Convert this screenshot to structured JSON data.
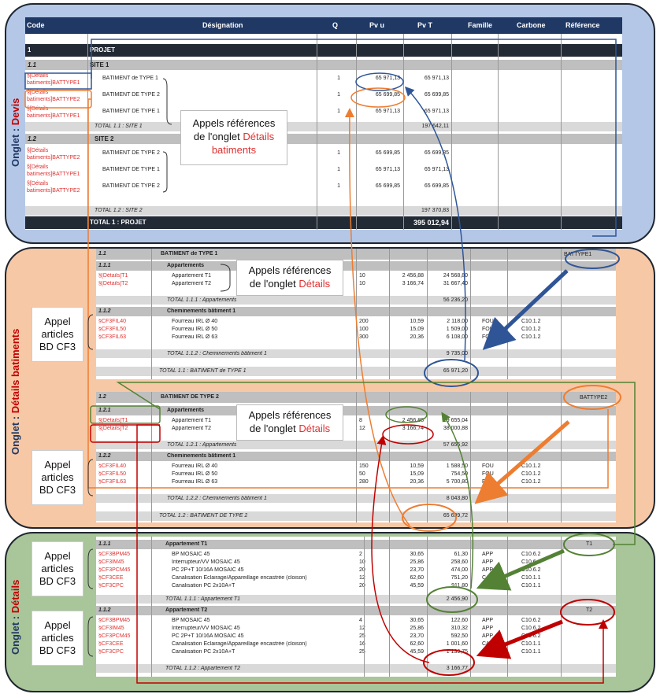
{
  "tabs": {
    "devis_prefix": "Onglet : ",
    "devis_name": "Devis",
    "dbat_prefix": "Onglet : ",
    "dbat_name": "Détails batiments",
    "det_prefix": "Onglet : ",
    "det_name": "Détails"
  },
  "devis": {
    "headers": [
      "Code",
      "Désignation",
      "Q",
      "Pv u",
      "Pv T",
      "Famille",
      "Carbone",
      "Référence"
    ],
    "projet_code": "1",
    "projet_label": "PROJET",
    "site1_code": "1.1",
    "site1_label": "SITE 1",
    "site2_code": "1.2",
    "site2_label": "SITE 2",
    "site1_rows": [
      {
        "code": "§[Détails batiments]BATTYPE1",
        "designation": "BÂTIMENT de TYPE 1",
        "q": "1",
        "pvu": "65 971,13",
        "pvt": "65 971,13"
      },
      {
        "code": "§[Détails batiments]BATTYPE2",
        "designation": "BÂTIMENT DE TYPE 2",
        "q": "1",
        "pvu": "65 699,85",
        "pvt": "65 699,85"
      },
      {
        "code": "§[Détails batiments]BATTYPE1",
        "designation": "BÂTIMENT DE TYPE 1",
        "q": "1",
        "pvu": "65 971,13",
        "pvt": "65 971,13"
      }
    ],
    "site2_rows": [
      {
        "code": "§[Détails batiments]BATTYPE2",
        "designation": "BÂTIMENT DE TYPE 2",
        "q": "1",
        "pvu": "65 699,85",
        "pvt": "65 699,85"
      },
      {
        "code": "§[Détails batiments]BATTYPE1",
        "designation": "BÂTIMENT DE TYPE 1",
        "q": "1",
        "pvu": "65 971,13",
        "pvt": "65 971,13"
      },
      {
        "code": "§[Détails batiments]BATTYPE2",
        "designation": "BÂTIMENT DE TYPE 2",
        "q": "1",
        "pvu": "65 699,85",
        "pvt": "65 699,85"
      }
    ],
    "total_site1_label": "TOTAL 1.1 : SITE 1",
    "total_site1_value": "197 642,11",
    "total_site2_label": "TOTAL 1.2 : SITE 2",
    "total_site2_value": "197 370,83",
    "total_projet_label": "TOTAL 1 : PROJET",
    "total_projet_value": "395 012,94"
  },
  "callouts": {
    "devis_line1": "Appels références",
    "devis_line2": "de l'onglet ",
    "devis_red": "Détails batiments",
    "bat1_line1": "Appels références",
    "bat1_line2": "de l'onglet ",
    "bat1_red": "Détails",
    "bat2_line1": "Appels références",
    "bat2_line2": "de l'onglet ",
    "bat2_red": "Détails",
    "appel_line1": "Appel",
    "appel_line2": "articles",
    "appel_line3": "BD CF3"
  },
  "bat1": {
    "code": "1.1",
    "title": "BÂTIMENT de TYPE 1",
    "ref": "BATTYPE1",
    "sub1_code": "1.1.1",
    "sub1_title": "Appartements",
    "sub1_rows": [
      {
        "code": "§[Détails]T1",
        "designation": "Appartement T1",
        "q": "10",
        "pvu": "2 456,88",
        "pvt": "24 568,80"
      },
      {
        "code": "§[Détails]T2",
        "designation": "Appartement T2",
        "q": "10",
        "pvu": "3 166,74",
        "pvt": "31 667,40"
      }
    ],
    "sub1_total_label": "TOTAL 1.1.1 : Appartements",
    "sub1_total_value": "56 236,20",
    "sub2_code": "1.1.2",
    "sub2_title": "Cheminements bâtiment 1",
    "sub2_rows": [
      {
        "code": "§CF3FIL40",
        "designation": "Fourreau IRL Ø 40",
        "q": "200",
        "pvu": "10,59",
        "pvt": "2 118,00",
        "fam": "FOU",
        "carb": "C10.1.2"
      },
      {
        "code": "§CF3FIL50",
        "designation": "Fourreau IRL Ø 50",
        "q": "100",
        "pvu": "15,09",
        "pvt": "1 509,00",
        "fam": "FOU",
        "carb": "C10.1.2"
      },
      {
        "code": "§CF3FIL63",
        "designation": "Fourreau IRL Ø 63",
        "q": "300",
        "pvu": "20,36",
        "pvt": "6 108,00",
        "fam": "FOU",
        "carb": "C10.1.2"
      }
    ],
    "sub2_total_label": "TOTAL 1.1.2 : Cheminements bâtiment 1",
    "sub2_total_value": "9 735,00",
    "total_label": "TOTAL 1.1 : BÂTIMENT de TYPE 1",
    "total_value": "65 971,20"
  },
  "bat2": {
    "code": "1.2",
    "title": "BÂTIMENT DE TYPE 2",
    "ref": "BATTYPE2",
    "sub1_code": "1.2.1",
    "sub1_title": "Appartements",
    "sub1_rows": [
      {
        "code": "§[Détails]T1",
        "designation": "Appartement T1",
        "q": "8",
        "pvu": "2 456,88",
        "pvt": "19 655,04"
      },
      {
        "code": "§[Détails]T2",
        "designation": "Appartement T2",
        "q": "12",
        "pvu": "3 166,74",
        "pvt": "38 000,88"
      }
    ],
    "sub1_total_label": "TOTAL 1.2.1 : Appartements",
    "sub1_total_value": "57 655,92",
    "sub2_code": "1.2.2",
    "sub2_title": "Cheminements bâtiment 1",
    "sub2_rows": [
      {
        "code": "§CF3FIL40",
        "designation": "Fourreau IRL Ø 40",
        "q": "150",
        "pvu": "10,59",
        "pvt": "1 588,50",
        "fam": "FOU",
        "carb": "C10.1.2"
      },
      {
        "code": "§CF3FIL50",
        "designation": "Fourreau IRL Ø 50",
        "q": "50",
        "pvu": "15,09",
        "pvt": "754,50",
        "fam": "FOU",
        "carb": "C10.1.2"
      },
      {
        "code": "§CF3FIL63",
        "designation": "Fourreau IRL Ø 63",
        "q": "280",
        "pvu": "20,36",
        "pvt": "5 700,80",
        "fam": "FOU",
        "carb": "C10.1.2"
      }
    ],
    "sub2_total_label": "TOTAL 1.2.2 : Cheminements bâtiment 1",
    "sub2_total_value": "8 043,80",
    "total_label": "TOTAL 1.2 : BÂTIMENT DE TYPE 2",
    "total_value": "65 699,72"
  },
  "det": {
    "t1_code": "1.1.1",
    "t1_title": "Appartement T1",
    "t1_ref": "T1",
    "t1_rows": [
      {
        "code": "§CF3BPM45",
        "designation": "BP MOSAIC 45",
        "q": "2",
        "pvu": "30,65",
        "pvt": "61,30",
        "fam": "APP",
        "carb": "C10.6.2"
      },
      {
        "code": "§CF3IM45",
        "designation": "Interrupteur/VV MOSAIC 45",
        "q": "10",
        "pvu": "25,86",
        "pvt": "258,60",
        "fam": "APP",
        "carb": "C10.6.2"
      },
      {
        "code": "§CF3PCM45",
        "designation": "PC 2P+T 10/16A MOSAIC 45",
        "q": "20",
        "pvu": "23,70",
        "pvt": "474,00",
        "fam": "APP",
        "carb": "C10.6.2"
      },
      {
        "code": "§CF3CEE",
        "designation": "Canalisation Eclairage/Appareillage encastrée (cloison)",
        "q": "12",
        "pvu": "62,60",
        "pvt": "751,20",
        "fam": "CAB",
        "carb": "C10.1.1"
      },
      {
        "code": "§CF3CPC",
        "designation": "Canalisation PC 2x10A+T",
        "q": "20",
        "pvu": "45,59",
        "pvt": "911,80",
        "fam": "CAB",
        "carb": "C10.1.1"
      }
    ],
    "t1_total_label": "TOTAL 1.1.1 : Appartement T1",
    "t1_total_value": "2 456,90",
    "t2_code": "1.1.2",
    "t2_title": "Appartement T2",
    "t2_ref": "T2",
    "t2_rows": [
      {
        "code": "§CF3BPM45",
        "designation": "BP MOSAIC 45",
        "q": "4",
        "pvu": "30,65",
        "pvt": "122,60",
        "fam": "APP",
        "carb": "C10.6.2"
      },
      {
        "code": "§CF3IM45",
        "designation": "Interrupteur/VV MOSAIC 45",
        "q": "12",
        "pvu": "25,86",
        "pvt": "310,32",
        "fam": "APP",
        "carb": "C10.6.2"
      },
      {
        "code": "§CF3PCM45",
        "designation": "PC 2P+T 10/16A MOSAIC 45",
        "q": "25",
        "pvu": "23,70",
        "pvt": "592,50",
        "fam": "APP",
        "carb": "C10.6.2"
      },
      {
        "code": "§CF3CEE",
        "designation": "Canalisation Eclairage/Appareillage encastrée (cloison)",
        "q": "16",
        "pvu": "62,60",
        "pvt": "1 001,60",
        "fam": "CAB",
        "carb": "C10.1.1"
      },
      {
        "code": "§CF3CPC",
        "designation": "Canalisation PC 2x10A+T",
        "q": "25",
        "pvu": "45,59",
        "pvt": "1 139,75",
        "fam": "CAB",
        "carb": "C10.1.1"
      }
    ],
    "t2_total_label": "TOTAL 1.1.2 : Appartement T2",
    "t2_total_value": "3 166,77"
  },
  "colors": {
    "devis_bg": "#b4c7e7",
    "dbat_bg": "#f7c8a6",
    "det_bg": "#a9c59a",
    "blue": "#2f5597",
    "orange": "#ed7d31",
    "green": "#548235",
    "red": "#c00000"
  }
}
